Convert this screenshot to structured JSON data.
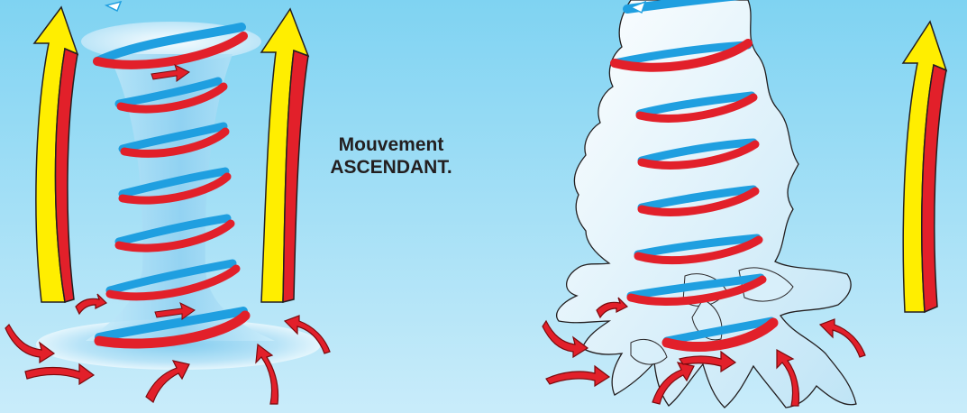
{
  "caption": {
    "line1": "Mouvement",
    "line2": "ASCENDANT."
  },
  "colors": {
    "sky_top": "#7fd3f2",
    "sky_bottom": "#c9ecfa",
    "ribbon_front": "#e2202a",
    "ribbon_back": "#1f9fe0",
    "updraft_yellow": "#ffee00",
    "updraft_red": "#e2202a",
    "inflow_arrow": "#e2202a",
    "funnel": "#a9dcf5",
    "cloud": "#e6f5fc"
  },
  "icons": [
    "updraft-arrow",
    "inflow-arrow",
    "rotation-ribbon",
    "funnel-cloud",
    "tornado-debris-cloud"
  ]
}
